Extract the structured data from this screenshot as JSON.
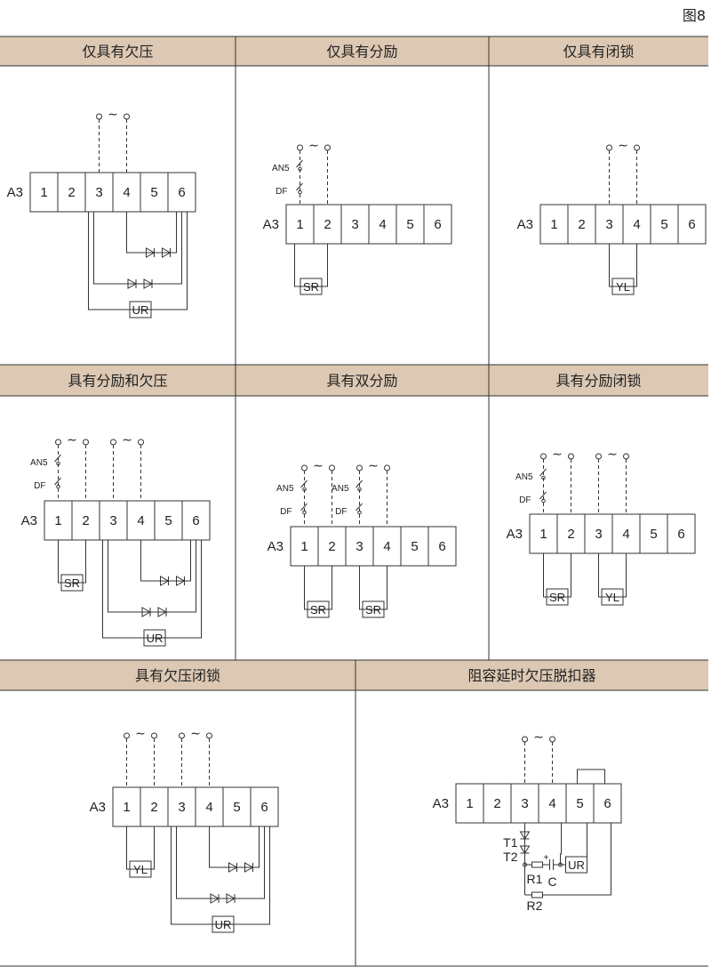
{
  "figure_label": "图8",
  "row_label": "A3",
  "terminals": [
    "1",
    "2",
    "3",
    "4",
    "5",
    "6"
  ],
  "ac_symbol": "∼",
  "labels": {
    "an5": "AN5",
    "df": "DF",
    "sr": "SR",
    "ur": "UR",
    "yl": "YL",
    "t1": "T1",
    "t2": "T2",
    "r1": "R1",
    "r2": "R2",
    "c": "C",
    "plus": "+"
  },
  "panels": [
    {
      "title": "仅具有欠压"
    },
    {
      "title": "仅具有分励"
    },
    {
      "title": "仅具有闭锁"
    },
    {
      "title": "具有分励和欠压"
    },
    {
      "title": "具有双分励"
    },
    {
      "title": "具有分励闭锁"
    },
    {
      "title": "具有欠压闭锁"
    },
    {
      "title": "阻容延时欠压脱扣器"
    }
  ]
}
